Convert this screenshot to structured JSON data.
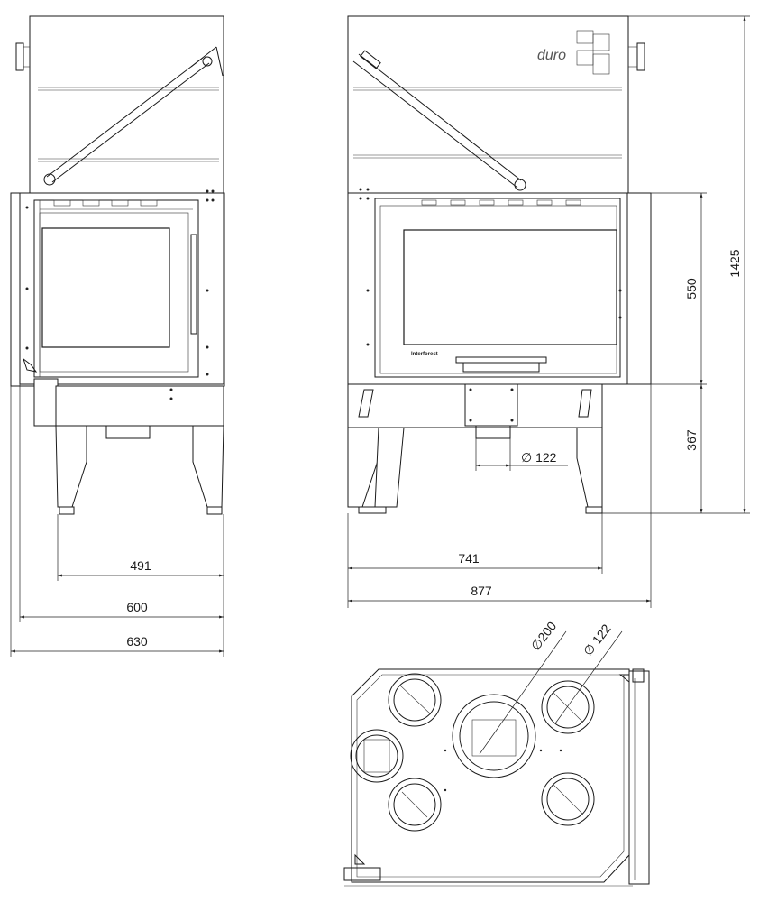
{
  "front_view": {
    "dim_491": "491",
    "dim_600": "600",
    "dim_630": "630"
  },
  "side_view": {
    "brand_logo": "duro",
    "door_marking": "Interforest",
    "dim_741": "741",
    "dim_877": "877",
    "dim_1425": "1425",
    "dim_550": "550",
    "dim_367": "367",
    "dim_pipe": "∅ 122"
  },
  "top_view": {
    "dim_dia_200": "∅200",
    "dim_dia_122": "∅ 122"
  },
  "colors": {
    "line": "#1a1a1a",
    "background": "#ffffff"
  }
}
